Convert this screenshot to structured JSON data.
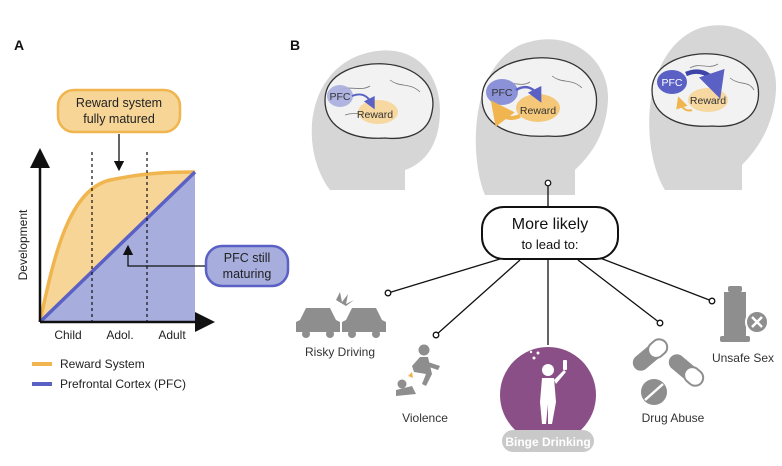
{
  "panel_a": {
    "label": "A",
    "y_axis_label": "Development",
    "x_ticks": [
      "Child",
      "Adol.",
      "Adult"
    ],
    "callout_reward": [
      "Reward system",
      "fully matured"
    ],
    "callout_pfc": [
      "PFC still",
      "maturing"
    ],
    "legend": [
      {
        "label": "Reward System",
        "color": "#F0B54E"
      },
      {
        "label": "Prefrontal Cortex (PFC)",
        "color": "#5B61C4"
      }
    ]
  },
  "panel_b": {
    "label": "B",
    "brains": [
      {
        "pfc": "PFC",
        "reward": "Reward"
      },
      {
        "pfc": "PFC",
        "reward": "Reward"
      },
      {
        "pfc": "PFC",
        "reward": "Reward"
      }
    ],
    "center": {
      "line1": "More likely",
      "line2": "to lead to:"
    },
    "outcomes": [
      "Risky Driving",
      "Violence",
      "Binge Drinking",
      "Drug Abuse",
      "Unsafe Sex"
    ]
  },
  "colors": {
    "reward": "#F0B54E",
    "reward_fill": "#F6D597",
    "pfc": "#5B61C4",
    "pfc_fill": "#A7AEDE",
    "highlight": "#8A4F86",
    "icon_gray": "#8E8E8E",
    "head_gray": "#D6D6D6"
  }
}
